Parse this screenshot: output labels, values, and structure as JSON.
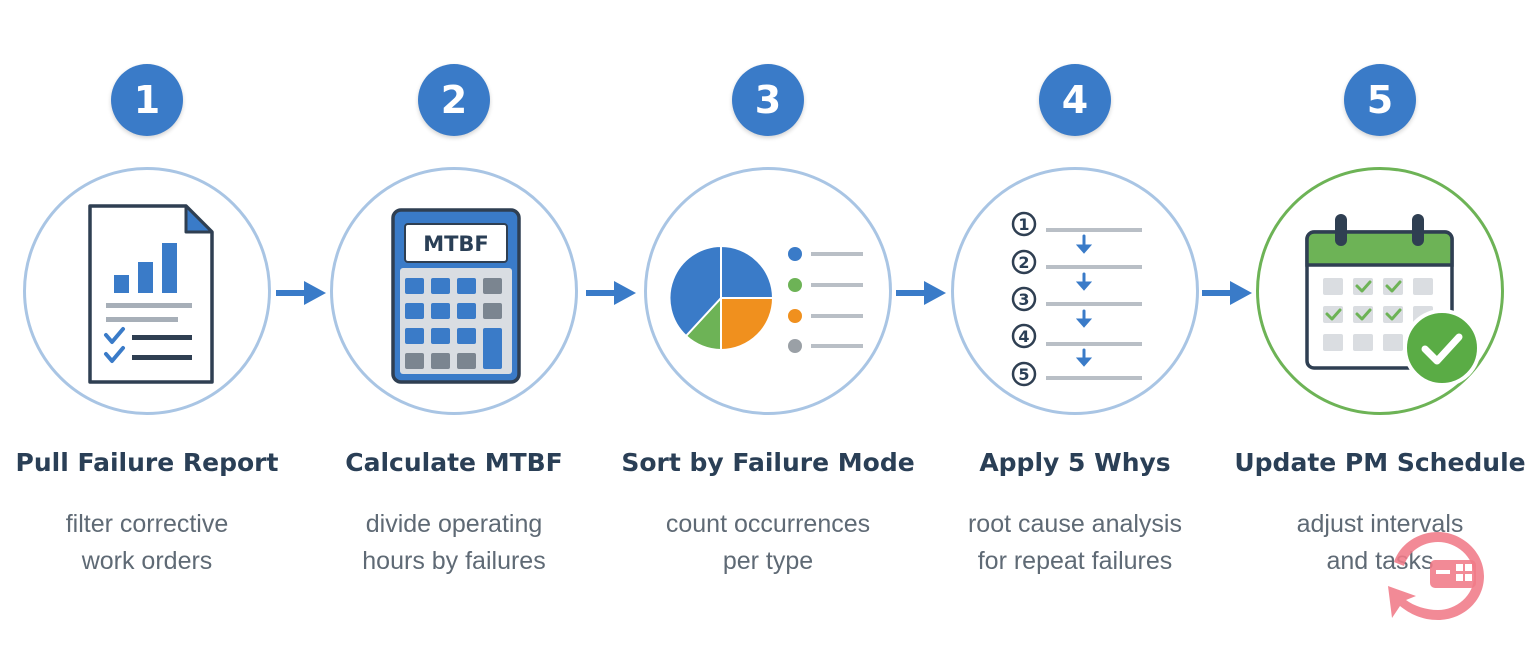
{
  "steps": [
    {
      "number": "1",
      "title": "Pull Failure Report",
      "description": [
        "filter corrective",
        "work orders"
      ],
      "icon": "report-chart-document-icon"
    },
    {
      "number": "2",
      "title": "Calculate MTBF",
      "description": [
        "divide operating",
        "hours by failures"
      ],
      "icon": "calculator-icon",
      "icon_text": "MTBF"
    },
    {
      "number": "3",
      "title": "Sort by Failure Mode",
      "description": [
        "count occurrences",
        "per type"
      ],
      "icon": "pie-chart-legend-icon"
    },
    {
      "number": "4",
      "title": "Apply 5 Whys",
      "description": [
        "root cause analysis",
        "for repeat failures"
      ],
      "icon": "numbered-steps-list-icon",
      "list_numbers": [
        "1",
        "2",
        "3",
        "4",
        "5"
      ]
    },
    {
      "number": "5",
      "title": "Update PM Schedule",
      "description": [
        "adjust intervals",
        "and tasks"
      ],
      "icon": "calendar-check-icon"
    }
  ],
  "colors": {
    "primary_blue": "#3a7bc8",
    "ring_blue": "#a9c5e4",
    "ring_green": "#6db356",
    "title_text": "#2a3f56",
    "description_text": "#5f6a75",
    "accent_green": "#6db356",
    "accent_orange": "#f0901e",
    "neutral_gray": "#9aa0a6"
  },
  "watermark_icon": "watermark-logo-icon"
}
